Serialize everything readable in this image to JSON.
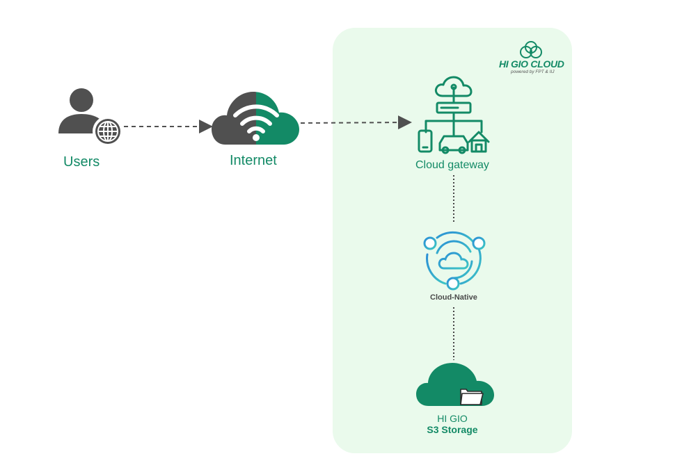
{
  "colors": {
    "accent": "#138a66",
    "dark_icon": "#505050",
    "zone_bg": "#eafaec",
    "cloud_native_blue": "#2b8fd6",
    "cloud_native_teal": "#3ec6c4"
  },
  "nodes": {
    "users": {
      "label": "Users",
      "icon": "user-globe-icon"
    },
    "internet": {
      "label": "Internet",
      "icon": "wifi-cloud-icon"
    },
    "gateway": {
      "label": "Cloud gateway",
      "icon": "cloud-gateway-icon"
    },
    "cloud_native": {
      "label": "Cloud-Native",
      "icon": "cloud-native-icon"
    },
    "storage": {
      "label_line1": "HI GIO",
      "label_line2": "S3 Storage",
      "icon": "storage-cloud-icon"
    }
  },
  "brand": {
    "name": "HI GIO CLOUD",
    "tagline": "powered by FPT & IIJ",
    "icon": "brand-logo-icon"
  },
  "edges": [
    {
      "from": "users",
      "to": "internet",
      "style": "dashed-arrow"
    },
    {
      "from": "internet",
      "to": "gateway",
      "style": "dashed-arrow"
    },
    {
      "from": "gateway",
      "to": "cloud_native",
      "style": "dotted-line"
    },
    {
      "from": "cloud_native",
      "to": "storage",
      "style": "dotted-line"
    }
  ]
}
